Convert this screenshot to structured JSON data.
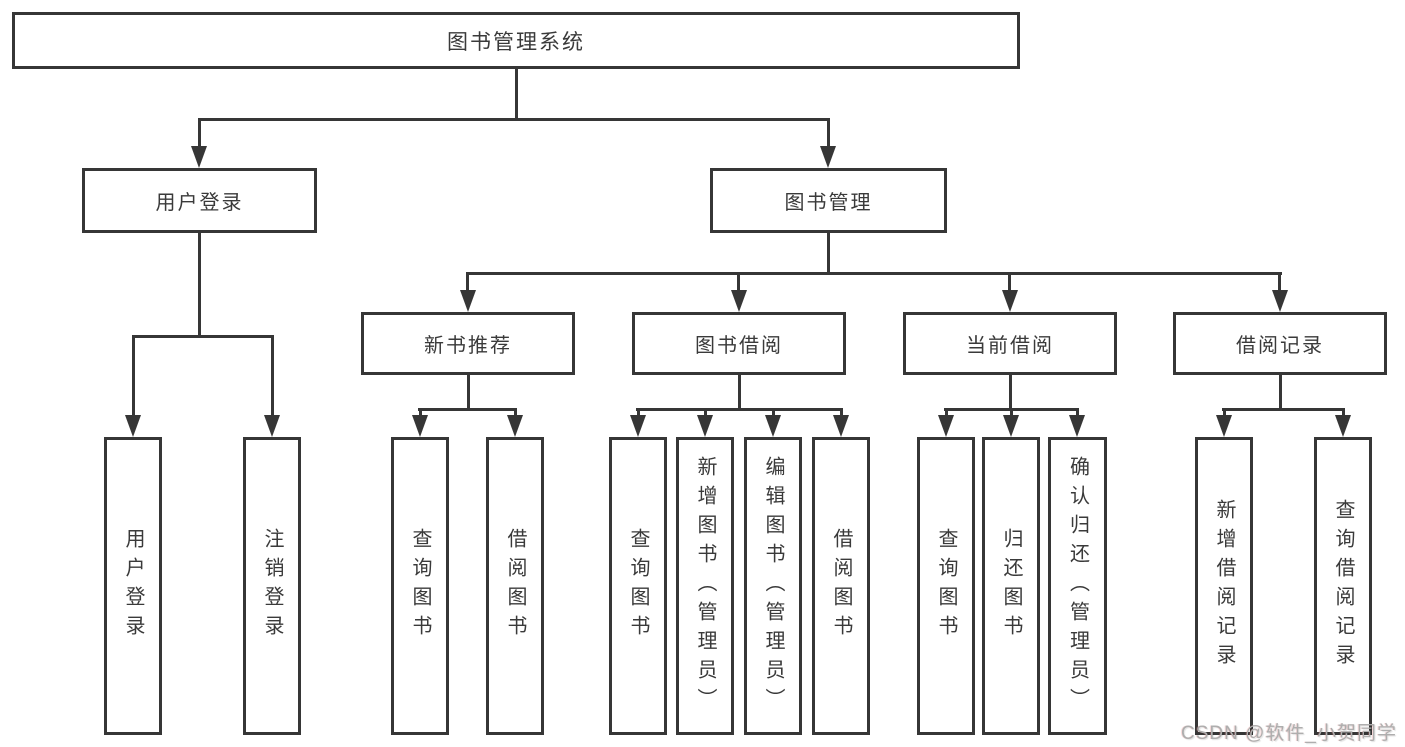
{
  "tree": {
    "root": "图书管理系统",
    "level2": [
      "用户登录",
      "图书管理"
    ],
    "level3": [
      "新书推荐",
      "图书借阅",
      "当前借阅",
      "借阅记录"
    ],
    "leaves": {
      "user_login": [
        "用户登录",
        "注销登录"
      ],
      "new_book_recommend": [
        "查询图书",
        "借阅图书"
      ],
      "book_borrow": [
        "查询图书",
        "新增图书（管理员）",
        "编辑图书（管理员）",
        "借阅图书"
      ],
      "current_borrow": [
        "查询图书",
        "归还图书",
        "确认归还（管理员）"
      ],
      "borrow_records": [
        "新增借阅记录",
        "查询借阅记录"
      ]
    }
  },
  "watermark": "CSDN @软件_小贺同学",
  "colors": {
    "line": "#363636",
    "text": "#3a3a3a",
    "background": "#ffffff",
    "watermark": "#aeaeae"
  }
}
